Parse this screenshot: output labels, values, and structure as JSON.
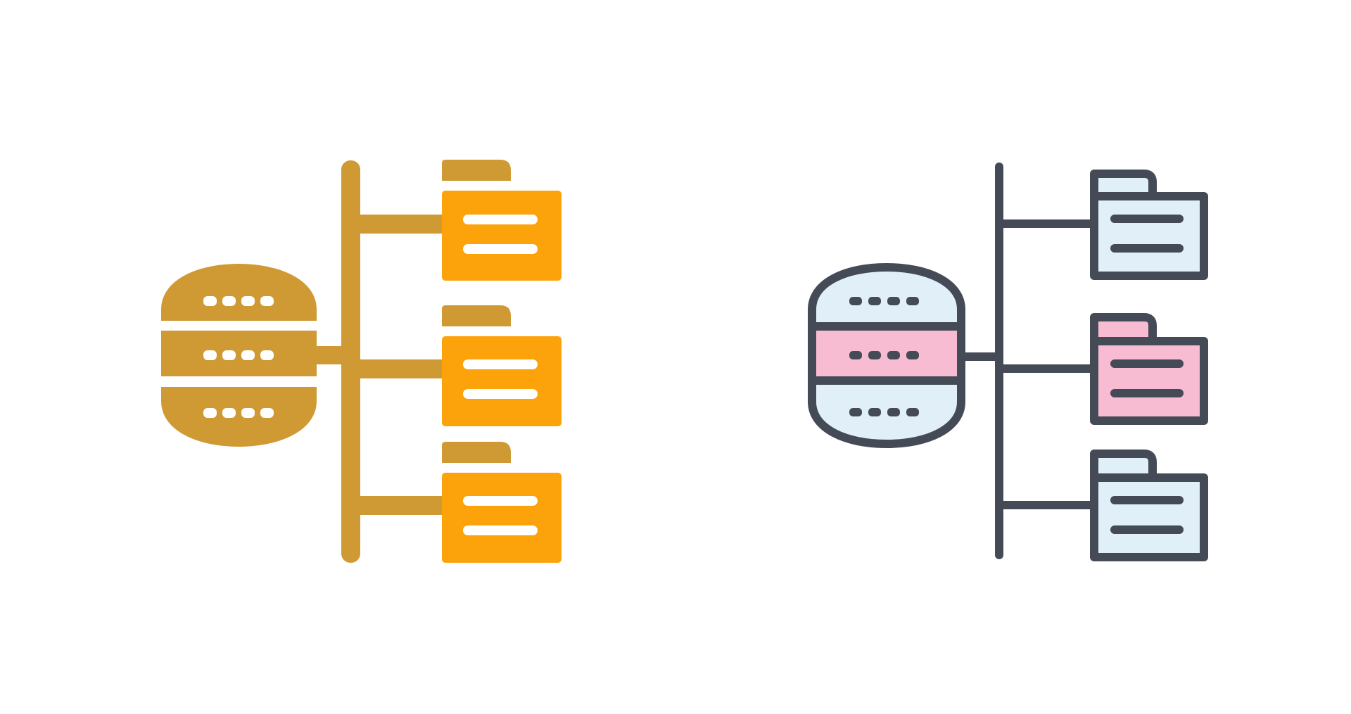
{
  "icons": [
    {
      "name": "database-folders-glyph-icon",
      "style": "glyph",
      "folder_count": 3,
      "dots_per_row": 4,
      "colors": {
        "primary": "#CF9A34",
        "accent": "#FCA30B",
        "detail": "#FFFFFF"
      }
    },
    {
      "name": "database-folders-filled-outline-icon",
      "style": "filled-outline",
      "folder_count": 3,
      "dots_per_row": 4,
      "colors": {
        "stroke": "#454B56",
        "fill_light": "#E1EFF9",
        "fill_pink": "#F8BCD2",
        "background": "#FFFFFF"
      }
    }
  ]
}
